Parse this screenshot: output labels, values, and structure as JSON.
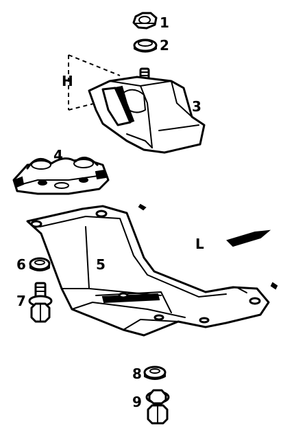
{
  "labels": {
    "part_1": "1",
    "part_2": "2",
    "part_3": "3",
    "part_4": "4",
    "part_5": "5",
    "part_6": "6",
    "part_7": "7",
    "part_8": "8",
    "part_9": "9",
    "dimension_h": "H",
    "direction_marker": "L"
  }
}
